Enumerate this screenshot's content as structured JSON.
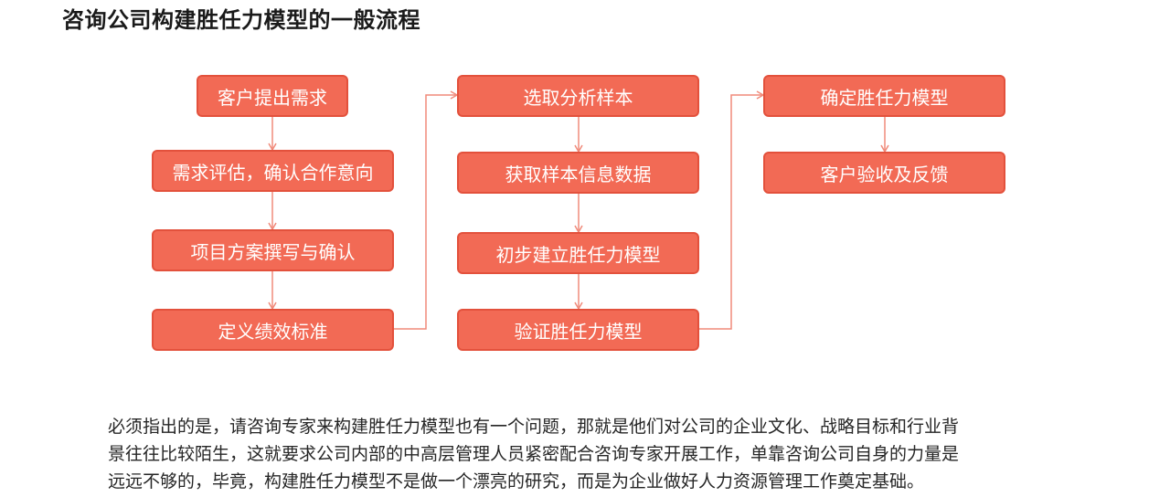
{
  "title": "咨询公司构建胜任力模型的一般流程",
  "flow": {
    "columns": [
      {
        "steps": [
          "客户提出需求",
          "需求评估，确认合作意向",
          "项目方案撰写与确认",
          "定义绩效标准"
        ]
      },
      {
        "steps": [
          "选取分析样本",
          "获取样本信息数据",
          "初步建立胜任力模型",
          "验证胜任力模型"
        ]
      },
      {
        "steps": [
          "确定胜任力模型",
          "客户验收及反馈"
        ]
      }
    ],
    "colors": {
      "box_fill": "#f26a55",
      "box_border": "#e3513c",
      "connector": "#f08a7a"
    }
  },
  "paragraph": {
    "lines": [
      "必须指出的是，请咨询专家来构建胜任力模型也有一个问题，那就是他们对公司的企业文化、战略目标和行业背",
      "景往往比较陌生，这就要求公司内部的中高层管理人员紧密配合咨询专家开展工作，单靠咨询公司自身的力量是",
      "远远不够的，毕竟，构建胜任力模型不是做一个漂亮的研究，而是为企业做好人力资源管理工作奠定基础。"
    ]
  }
}
